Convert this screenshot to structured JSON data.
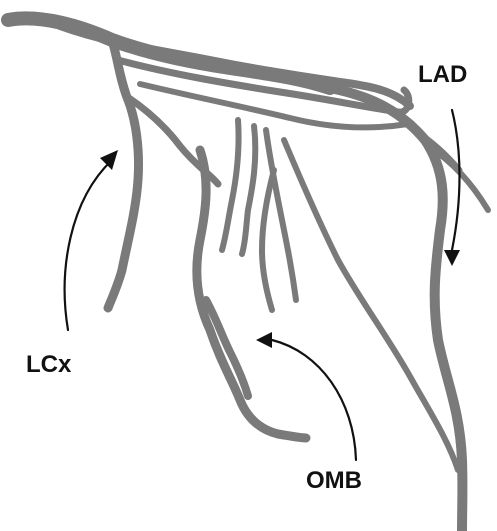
{
  "diagram": {
    "labels": {
      "lad": "LAD",
      "lcx": "LCx",
      "omb": "OMB"
    },
    "colors": {
      "vessel": "#7a7a7a",
      "text": "#111111",
      "background": "#ffffff"
    }
  }
}
